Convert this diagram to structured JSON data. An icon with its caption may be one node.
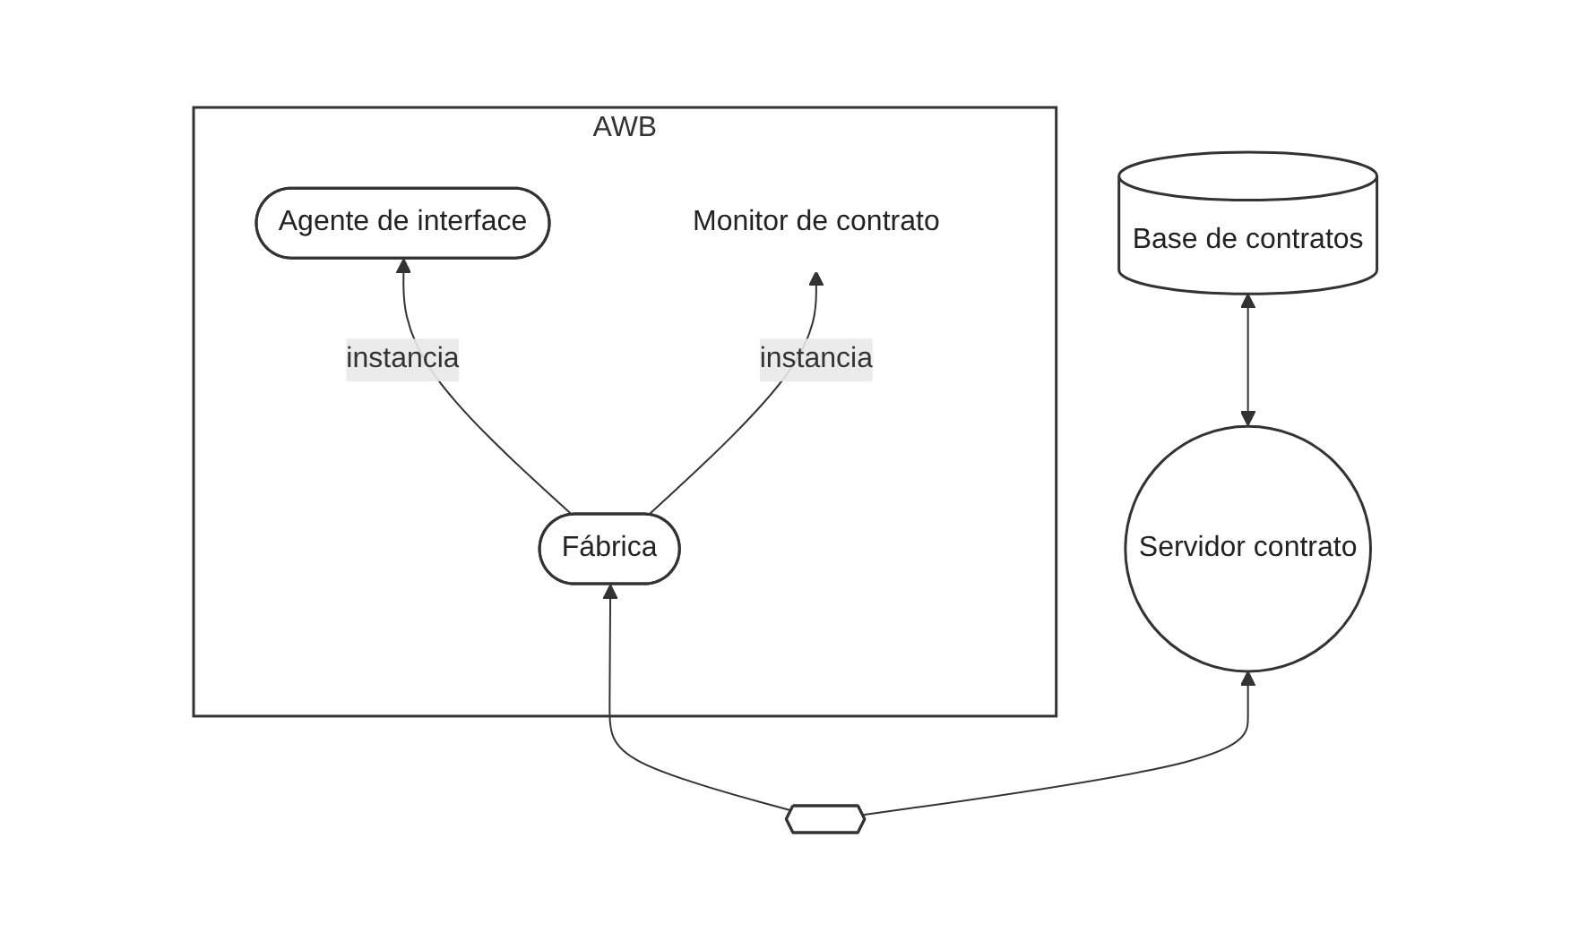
{
  "diagram": {
    "nodes": [
      {
        "text": [
          "AWB"
        ]
      },
      {
        "text": [
          "Agente de interface"
        ],
        "in": 0
      },
      {
        "text": [
          "Monitor de contrato"
        ],
        "in": 0
      },
      {
        "text": [
          "Fábrica"
        ],
        "in": 0
      },
      {
        "text": [
          "Servidor contrato"
        ]
      },
      {
        "text": [
          "Base de contratos"
        ]
      },
      {
        "text": [],
        "shape": "hexagon"
      }
    ],
    "edges": [
      {
        "from": 3,
        "to": 1,
        "arrow": "to",
        "label": "instancia"
      },
      {
        "from": 3,
        "to": 2,
        "arrow": "to",
        "label": "instancia"
      },
      {
        "from": 4,
        "to": 5,
        "arrow": "both"
      },
      {
        "from": 6,
        "to": 4,
        "arrow": "to"
      },
      {
        "from": 6,
        "to": 3,
        "arrow": "to"
      }
    ]
  }
}
